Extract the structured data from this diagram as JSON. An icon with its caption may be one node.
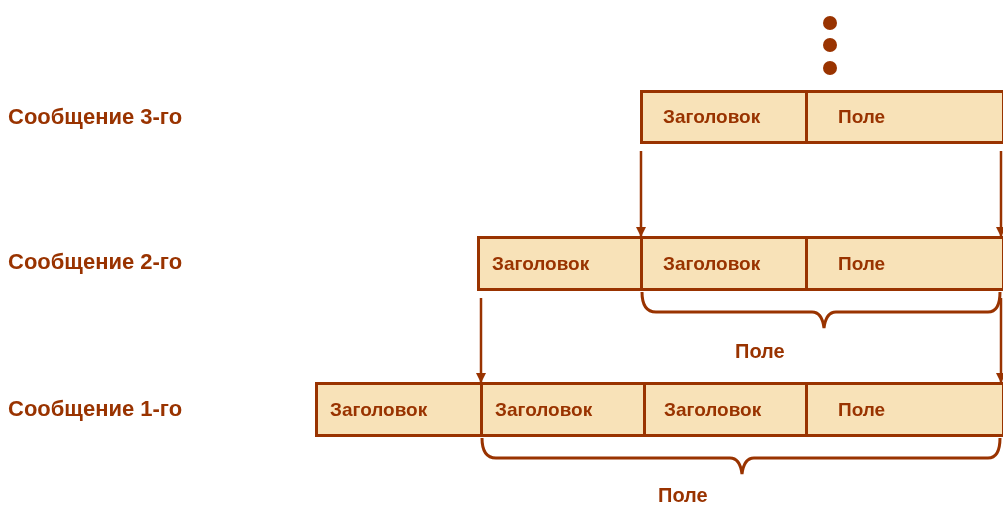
{
  "diagram": {
    "nodes": [
      {
        "text": [
          "Заголовок"
        ]
      },
      {
        "text": [
          "Поле"
        ]
      },
      {
        "text": [
          "Заголовок"
        ]
      },
      {
        "text": [
          "Заголовок"
        ]
      },
      {
        "text": [
          "Поле"
        ]
      },
      {
        "text": [
          "Заголовок"
        ]
      },
      {
        "text": [
          "Заголовок"
        ]
      },
      {
        "text": [
          "Заголовок"
        ]
      },
      {
        "text": [
          "Поле"
        ]
      }
    ],
    "edges": [
      {
        "from": 0,
        "to": 3,
        "arrow": "to"
      },
      {
        "from": 1,
        "to": 4,
        "arrow": "to"
      },
      {
        "from": 2,
        "to": 6,
        "arrow": "to"
      },
      {
        "from": 4,
        "to": 8,
        "arrow": "to"
      }
    ],
    "labels": [
      "Сообщение 3-го",
      "Сообщение 2-го",
      "Поле",
      "Сообщение 1-го",
      "Поле"
    ]
  }
}
